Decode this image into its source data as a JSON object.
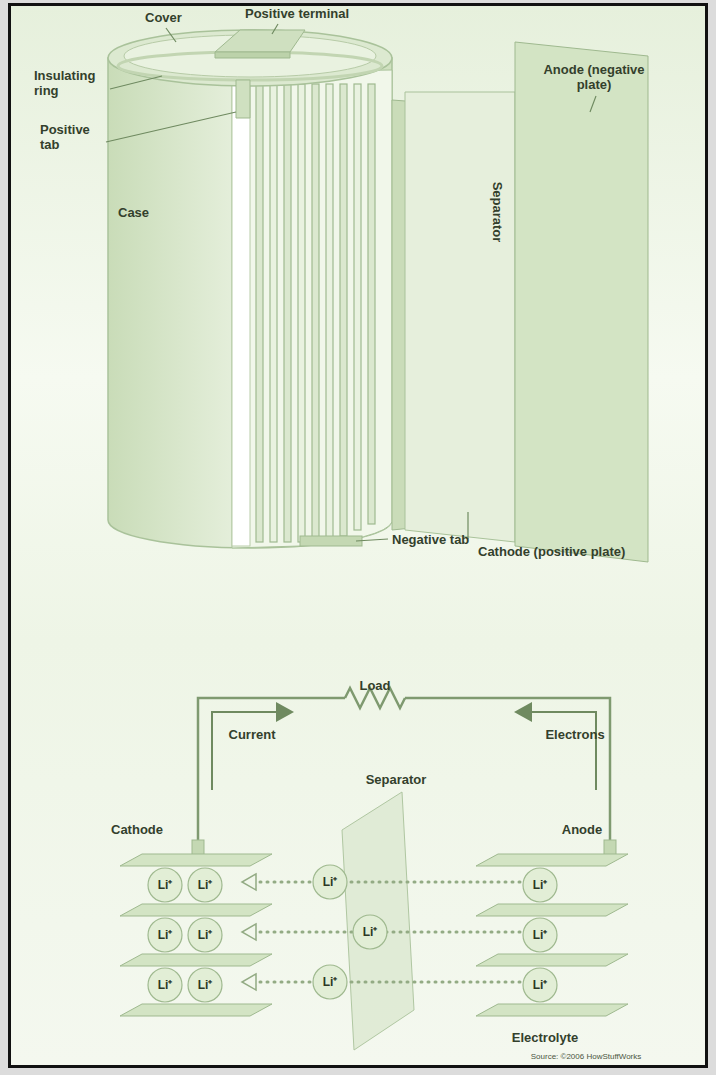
{
  "diagram": {
    "labels": [
      "Cover",
      "Positive terminal",
      "Insulating ring",
      "Positive tab",
      "Case",
      "Anode (negative plate)",
      "Separator",
      "Negative tab",
      "Cathode (positive plate)",
      "Load",
      "Current",
      "Electrons",
      "Separator",
      "Cathode",
      "Anode",
      "Li⁺",
      "Li⁺",
      "Li⁺",
      "Li⁺",
      "Li⁺",
      "Li⁺",
      "Li⁺",
      "Li⁺",
      "Li⁺",
      "Li⁺",
      "Li⁺",
      "Li⁺",
      "Electrolyte",
      "Source: ©2006 HowStuffWorks"
    ]
  }
}
